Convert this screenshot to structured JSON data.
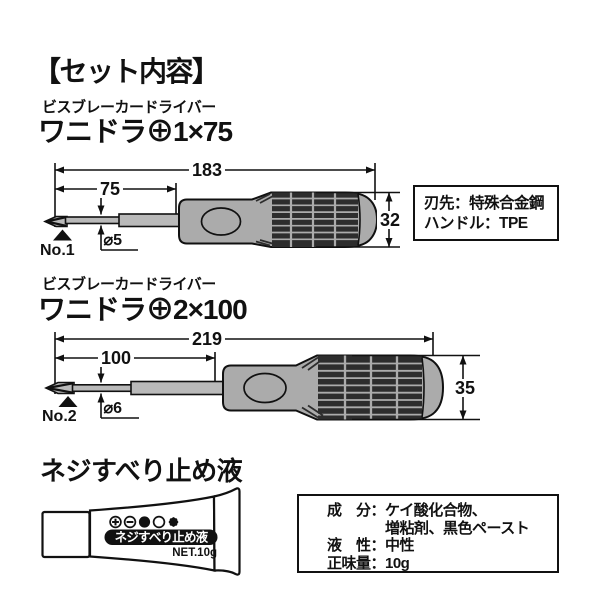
{
  "page": {
    "title": "【セット内容】"
  },
  "products": {
    "driver1": {
      "category": "ビスブレーカードライバー",
      "name": "ワニドラ⊕1×75",
      "tip_label": "No.1",
      "dims": {
        "overall": "183",
        "shaft": "75",
        "handle_dia": "32",
        "shaft_dia": "⌀5"
      },
      "spec_box": {
        "lines": [
          "刃先：特殊合金鋼",
          "ハンドル：TPE"
        ]
      }
    },
    "driver2": {
      "category": "ビスブレーカードライバー",
      "name": "ワニドラ⊕2×100",
      "tip_label": "No.2",
      "dims": {
        "overall": "219",
        "shaft": "100",
        "handle_dia": "35",
        "shaft_dia": "⌀6"
      }
    },
    "liquid": {
      "heading": "ネジすべり止め液",
      "tube_label": "ネジすべり止め液",
      "net_weight": "NET.10g",
      "icons": [
        "phillips-screw-icon",
        "slotted-screw-icon",
        "hex-head-icon",
        "round-head-icon",
        "torx-screw-icon"
      ],
      "spec_box": {
        "lines": [
          "成　分：ケイ酸化合物、",
          "　　　　増粘剤、黒色ペースト",
          "液　性：中性",
          "正味量：10g"
        ]
      }
    }
  },
  "colors": {
    "ink": "#111111",
    "handle_gray": "#ababab",
    "rib_dark": "#2d2d2d",
    "shaft_gray": "#b9b9b9"
  }
}
